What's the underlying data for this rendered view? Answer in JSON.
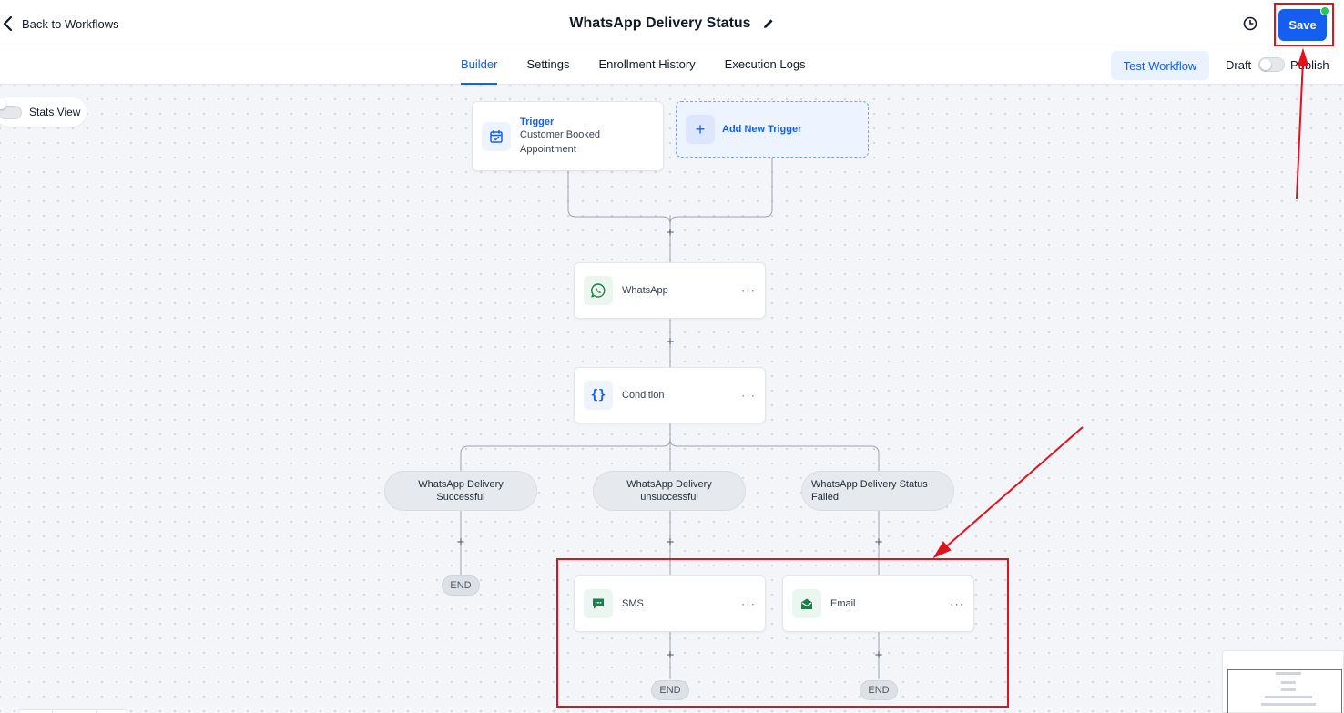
{
  "header": {
    "back_label": "Back to Workflows",
    "title": "WhatsApp Delivery Status",
    "save_label": "Save"
  },
  "tabs": [
    {
      "label": "Builder",
      "active": true
    },
    {
      "label": "Settings",
      "active": false
    },
    {
      "label": "Enrollment History",
      "active": false
    },
    {
      "label": "Execution Logs",
      "active": false
    }
  ],
  "actions": {
    "test_label": "Test Workflow",
    "draft_label": "Draft",
    "publish_label": "Publish",
    "publish_on": false
  },
  "canvas": {
    "stats_view_label": "Stats View",
    "stats_view_on": false,
    "trigger": {
      "title": "Trigger",
      "subtitle": "Customer Booked Appointment",
      "icon": "calendar-check-icon"
    },
    "add_trigger_label": "Add New Trigger",
    "nodes": {
      "whatsapp": {
        "label": "WhatsApp",
        "icon": "whatsapp-icon"
      },
      "condition": {
        "label": "Condition",
        "icon": "braces-icon"
      },
      "sms": {
        "label": "SMS",
        "icon": "message-icon"
      },
      "email": {
        "label": "Email",
        "icon": "mail-open-icon"
      }
    },
    "branches": [
      "WhatsApp Delivery Successful",
      "WhatsApp Delivery unsuccessful",
      "WhatsApp Delivery Status Failed"
    ],
    "end_label": "END",
    "more_glyph": "···",
    "plus_glyph": "+"
  },
  "colors": {
    "accent": "#155eef",
    "whatsapp_green": "#1a7f4b",
    "annotation_red": "#e0121b"
  }
}
